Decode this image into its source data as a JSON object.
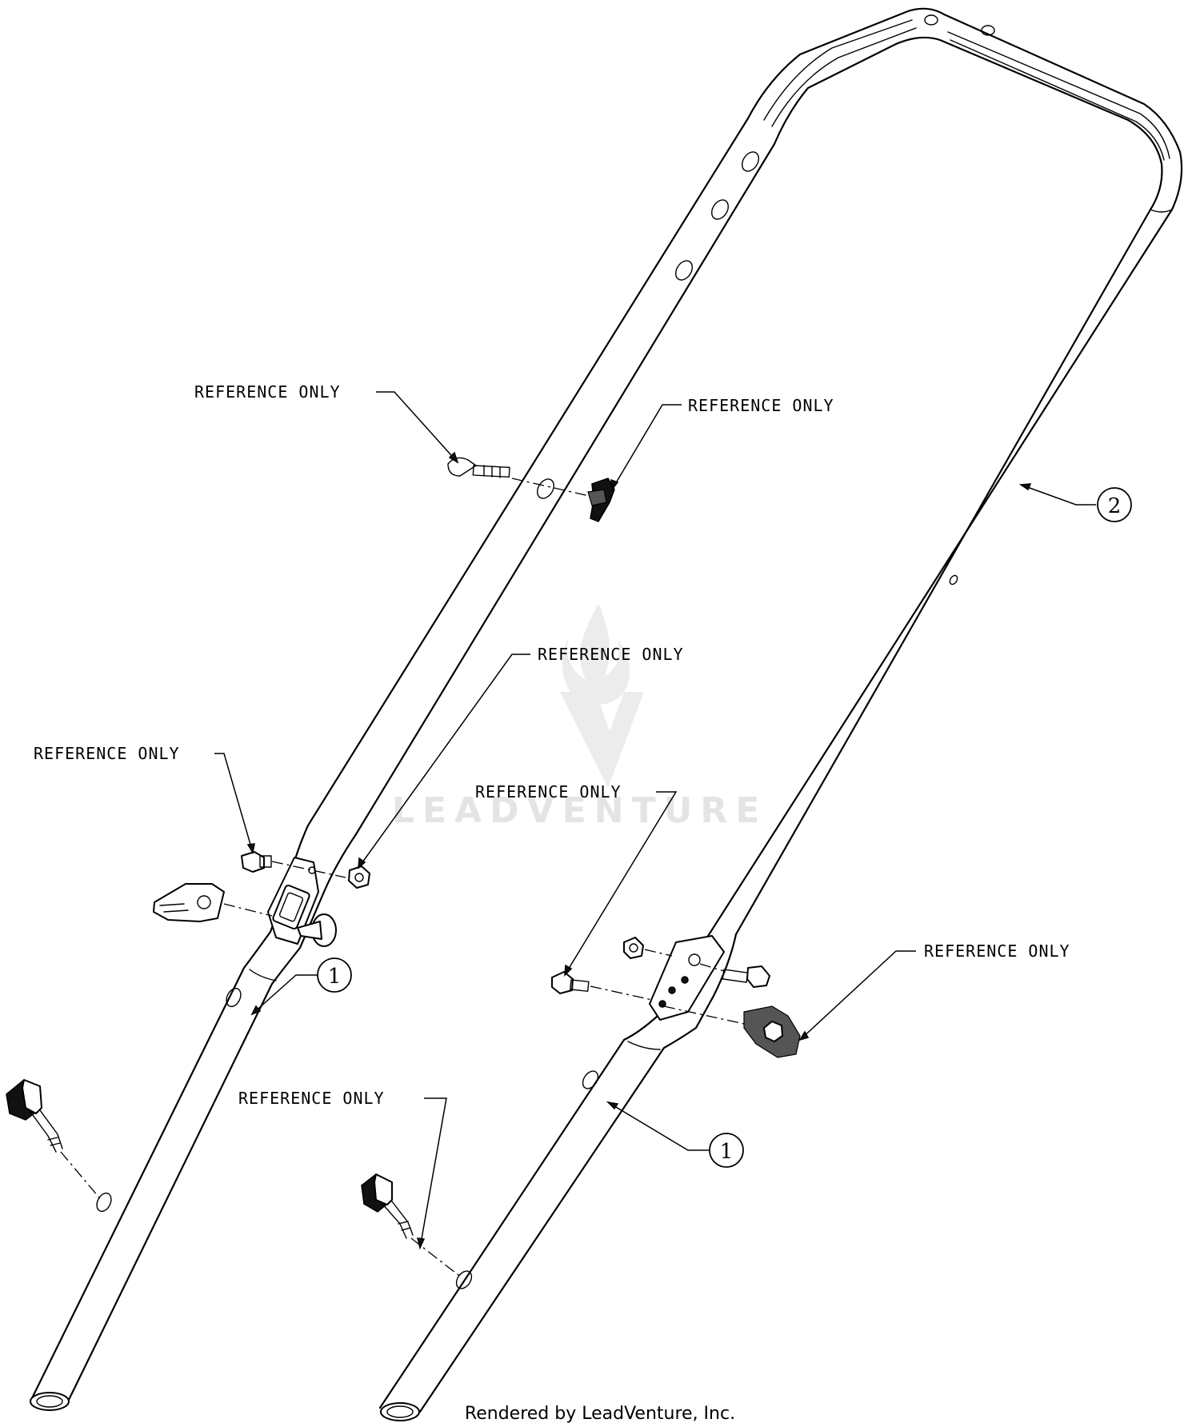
{
  "labels": {
    "ref_top_left": "REFERENCE ONLY",
    "ref_top_right": "REFERENCE ONLY",
    "ref_middle": "REFERENCE ONLY",
    "ref_left_mid": "REFERENCE ONLY",
    "ref_center_right": "REFERENCE ONLY",
    "ref_far_right": "REFERENCE ONLY",
    "ref_bottom": "REFERENCE ONLY"
  },
  "callouts": {
    "c1_left": "1",
    "c1_right": "1",
    "c2": "2"
  },
  "watermark": {
    "brand": "LEADVENTURE"
  },
  "footer": {
    "credit": "Rendered by LeadVenture, Inc."
  }
}
